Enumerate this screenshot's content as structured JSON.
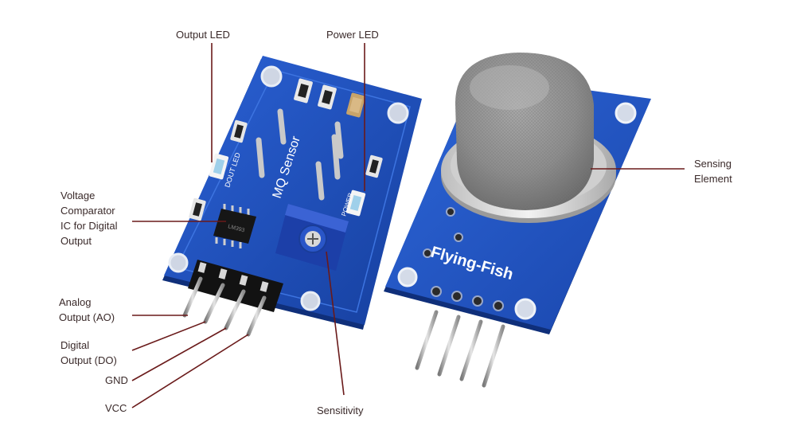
{
  "labels": {
    "output_led": "Output LED",
    "power_led": "Power LED",
    "voltage_comparator": [
      "Voltage",
      "Comparator",
      "IC for Digital",
      "Output"
    ],
    "analog_output": [
      "Analog",
      "Output (AO)"
    ],
    "digital_output": [
      "Digital",
      "Output (DO)"
    ],
    "gnd": "GND",
    "vcc": "VCC",
    "sensitivity": "Sensitivity",
    "sensing_element": [
      "Sensing",
      "Element"
    ]
  },
  "board_text": {
    "mq_sensor": "MQ Sensor",
    "dout_led": "DOUT LED",
    "power": "POWER",
    "flying_fish": "Flying-Fish"
  },
  "colors": {
    "pcb_blue": "#1f4fc0",
    "pcb_dark": "#123a96",
    "leader_line": "#6a1a1a",
    "label_text": "#3a2a2a"
  }
}
